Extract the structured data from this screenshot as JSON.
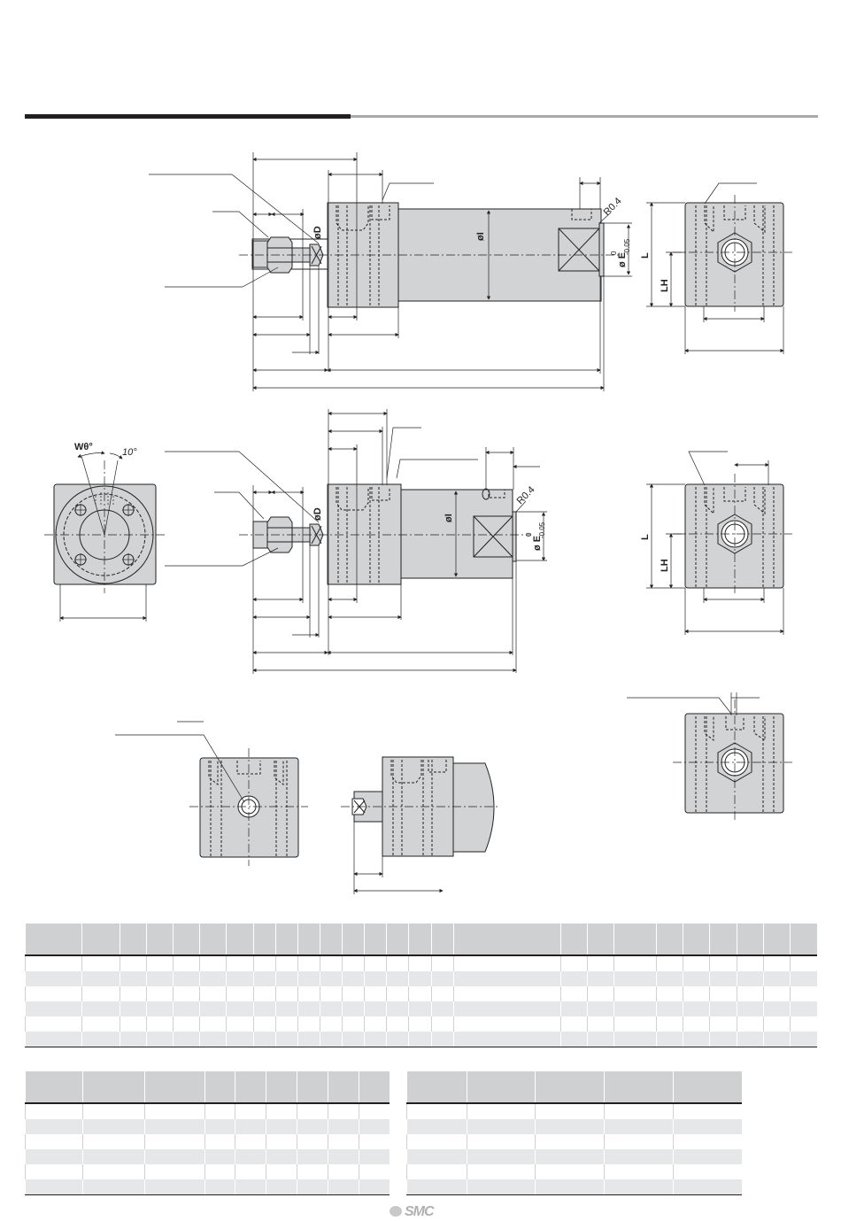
{
  "labels": {
    "diameter_d": "øD",
    "diameter_i": "øI",
    "diameter_e": "ø E",
    "tol_upper": "0",
    "tol_lower": "-0.05",
    "radius": "R0.4",
    "height_l": "L",
    "height_lh": "LH",
    "angle_w": "Wθ°",
    "angle_10": "10°"
  },
  "logo": {
    "text": "SMC"
  },
  "colors": {
    "body_fill": "#d1d3d4",
    "rule_dark": "#231f20",
    "rule_light": "#a7a9ac",
    "table_head": "#cfd0d2",
    "table_shade": "#e6e7e8"
  }
}
